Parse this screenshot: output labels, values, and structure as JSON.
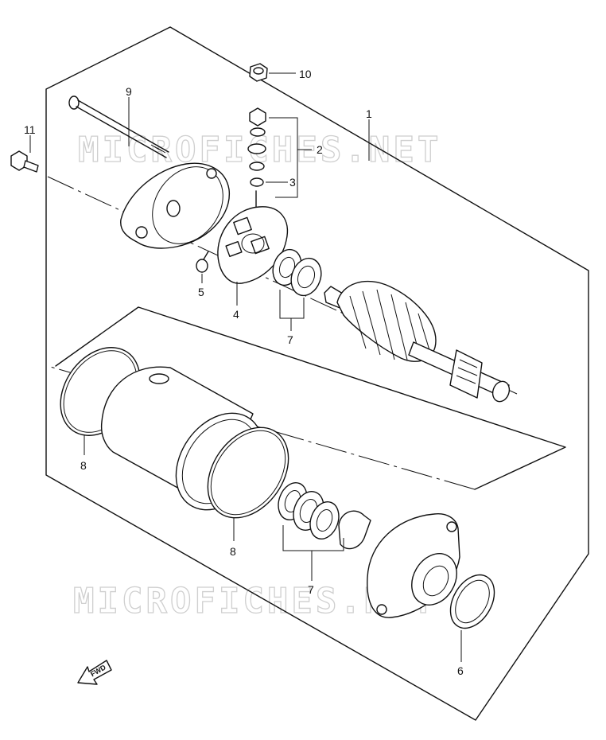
{
  "diagram": {
    "callouts": [
      {
        "id": "10",
        "text": "10"
      },
      {
        "id": "9",
        "text": "9"
      },
      {
        "id": "11",
        "text": "11"
      },
      {
        "id": "1",
        "text": "1"
      },
      {
        "id": "2",
        "text": "2"
      },
      {
        "id": "3",
        "text": "3"
      },
      {
        "id": "5",
        "text": "5"
      },
      {
        "id": "4",
        "text": "4"
      },
      {
        "id": "7a",
        "text": "7"
      },
      {
        "id": "8a",
        "text": "8"
      },
      {
        "id": "8b",
        "text": "8"
      },
      {
        "id": "7b",
        "text": "7"
      },
      {
        "id": "6",
        "text": "6"
      }
    ],
    "watermarks": [
      "MICROFICHES.NET",
      "MICROFICHES.NET"
    ],
    "direction_arrow": "FWD"
  }
}
